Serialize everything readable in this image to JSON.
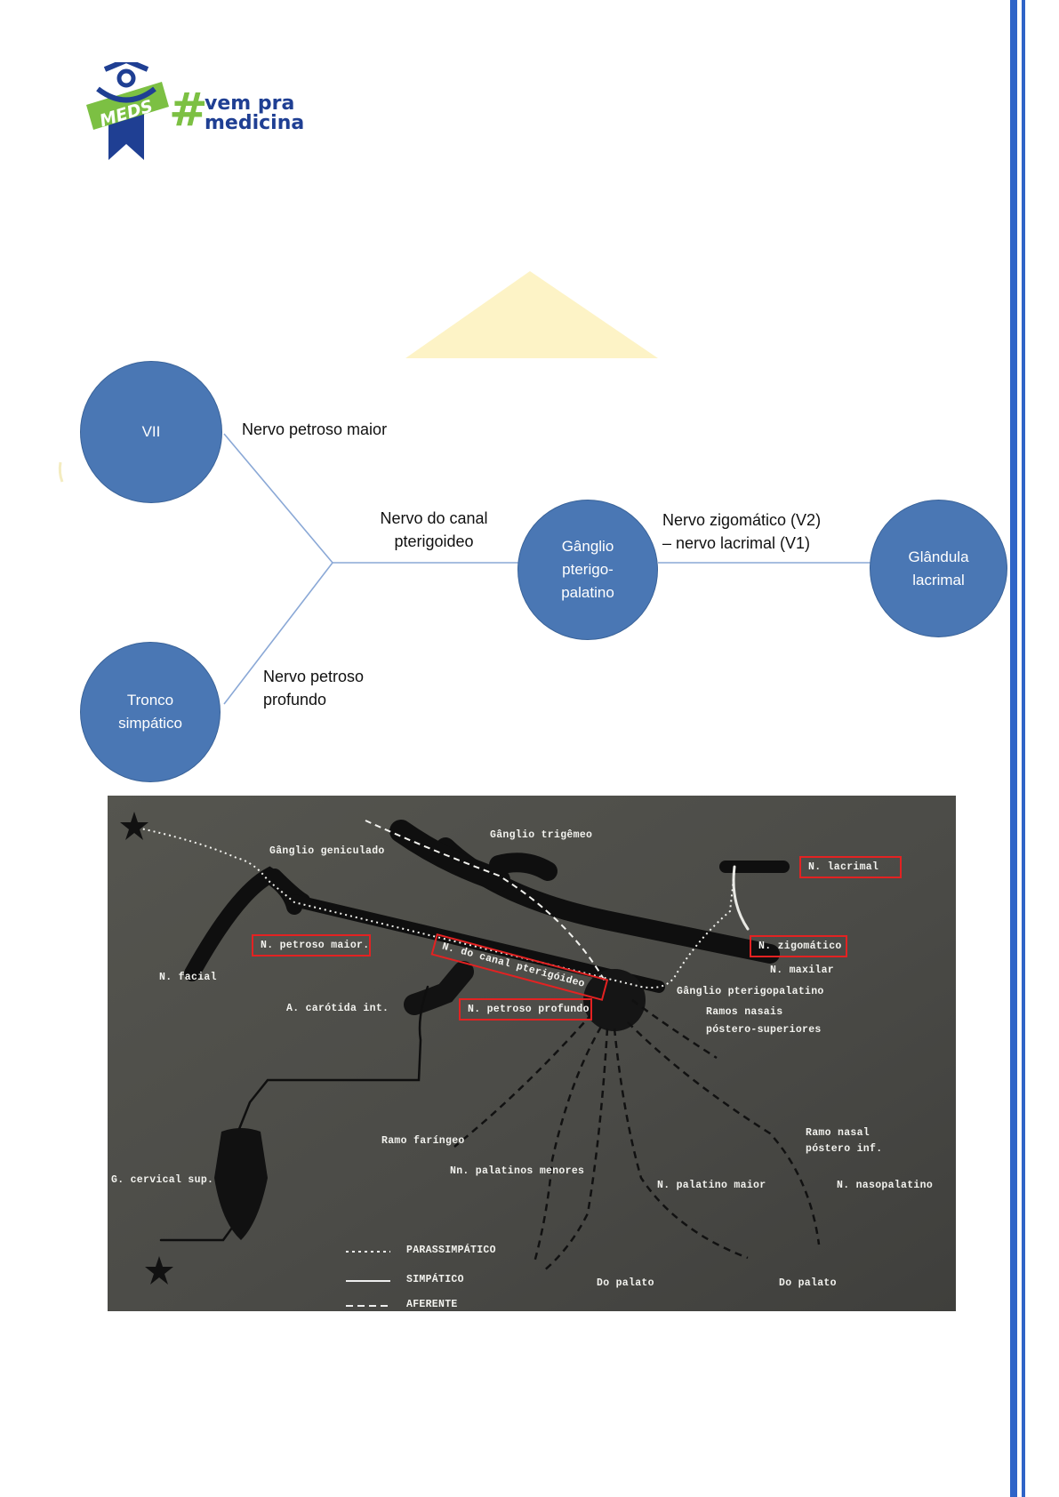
{
  "logo": {
    "badge_text": "MEDS",
    "hash": "#",
    "line1": "vem pra",
    "line2": "medicina"
  },
  "diagram": {
    "nodes": {
      "vii": "VII",
      "tronco": "Tronco simpático",
      "ganglio": "Gânglio pterigo-palatino",
      "glandula": "Glândula lacrimal"
    },
    "edges": {
      "petroso_maior": "Nervo petroso maior",
      "canal_line1": "Nervo do canal",
      "canal_line2": "pterigoideo",
      "petroso_profundo_line1": "Nervo petroso",
      "petroso_profundo_line2": "profundo",
      "zigomatico_line1": "Nervo zigomático (V2)",
      "zigomatico_line2": "– nervo lacrimal (V1)"
    },
    "colors": {
      "node_fill": "#4a77b4",
      "edge": "#8aa8d6"
    }
  },
  "figure": {
    "labels": {
      "ganglio_geniculado": "Gânglio geniculado",
      "ganglio_trigemeo": "Gânglio trigêmeo",
      "n_lacrimal": "N. lacrimal",
      "n_petroso_maior": "N. petroso maior.",
      "n_canal_pterigoideo": "N. do canal pterigóideo",
      "n_zigomatico": "N. zigomático",
      "n_maxilar": "N. maxilar",
      "n_facial": "N. facial",
      "a_carotida": "A. carótida int.",
      "n_petroso_profundo": "N. petroso profundo",
      "ganglio_pterigopalatino": "Gânglio pterigopalatino",
      "ramos_nasais_1": "Ramos nasais",
      "ramos_nasais_2": "póstero-superiores",
      "ramo_faringeo": "Ramo faríngeo",
      "ramo_nasal_1": "Ramo nasal",
      "ramo_nasal_2": "póstero inf.",
      "g_cervical": "G. cervical sup.",
      "nn_palatinos": "Nn. palatinos menores",
      "n_palatino_maior": "N. palatino maior",
      "n_nasopalatino": "N. nasopalatino",
      "do_palato_1": "Do palato",
      "do_palato_2": "Do palato"
    },
    "legend": {
      "parassimpatico": "PARASSIMPÁTICO",
      "simpatico": "SIMPÁTICO",
      "aferente": "AFERENTE"
    },
    "highlight_color": "#e32222"
  }
}
